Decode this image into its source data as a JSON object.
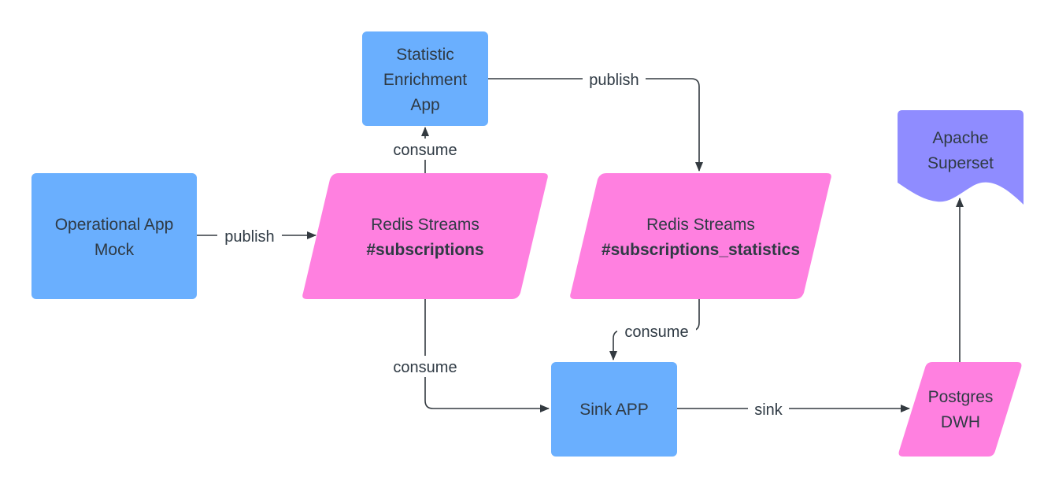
{
  "colors": {
    "app": "#6aaffe",
    "stream": "#ff80e0",
    "dashboard": "#8f8cff",
    "line": "#333a40",
    "text": "#2f3a44"
  },
  "nodes": {
    "statistic_app": {
      "lines": [
        "Statistic",
        "Enrichment",
        "App"
      ]
    },
    "operational_app": {
      "lines": [
        "Operational App",
        "Mock"
      ]
    },
    "redis_subscriptions": {
      "line1": "Redis Streams",
      "line2": "#subscriptions"
    },
    "redis_statistics": {
      "line1": "Redis Streams",
      "line2": "#subscriptions_statistics"
    },
    "apache_superset": {
      "lines": [
        "Apache",
        "Superset"
      ]
    },
    "sink_app": {
      "label": "Sink APP"
    },
    "postgres": {
      "lines": [
        "Postgres",
        "DWH"
      ]
    }
  },
  "edges": {
    "stats_publish": "publish",
    "stats_consume": "consume",
    "operational_publish": "publish",
    "sink_consume_subscriptions": "consume",
    "sink_consume_statistics": "consume",
    "sink": "sink"
  }
}
